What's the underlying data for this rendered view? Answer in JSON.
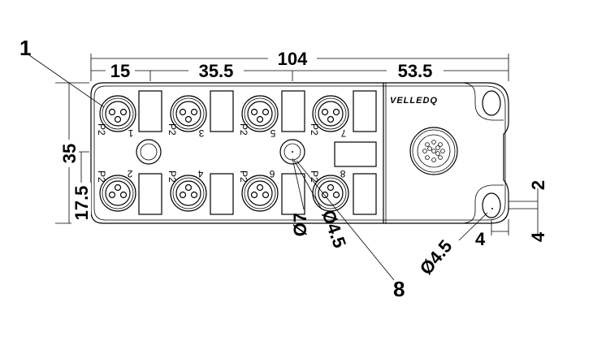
{
  "dimensions": {
    "overall_length": "104",
    "segment_1": "15",
    "segment_2": "35.5",
    "segment_3": "53.5",
    "height": "35",
    "half_height": "17.5",
    "center_hole_dia": "Ø7",
    "center_hole_inner_dia": "Ø4.5",
    "mount_hole_dia": "Ø4.5",
    "mount_hole_offset": "4",
    "mount_slot_offset_top": "2",
    "mount_slot_offset_bottom": "4"
  },
  "callouts": {
    "callout_1": "1",
    "callout_8": "8"
  },
  "ports": {
    "top": [
      "1",
      "3",
      "5",
      "7"
    ],
    "bottom": [
      "2",
      "4",
      "6",
      "8"
    ],
    "thread_label": "P2"
  },
  "logo_text": "VELLEDQ"
}
